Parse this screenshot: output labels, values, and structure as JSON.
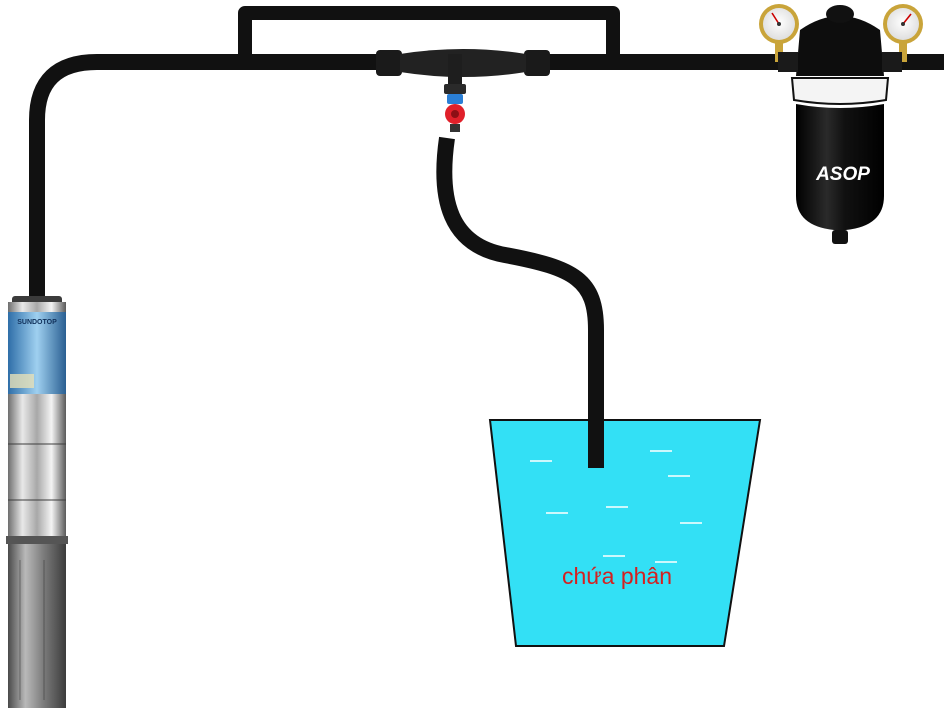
{
  "tank": {
    "label": "chứa phân",
    "water_color": "#33e0f5",
    "label_color": "#d42020"
  },
  "filter": {
    "brand": "ASOP"
  },
  "pump": {
    "brand": "SUNDOTOP"
  },
  "colors": {
    "pipe": "#111111",
    "valve_red": "#e0202a",
    "valve_blue": "#2a7fd6",
    "gauge_brass": "#c9a43a"
  }
}
